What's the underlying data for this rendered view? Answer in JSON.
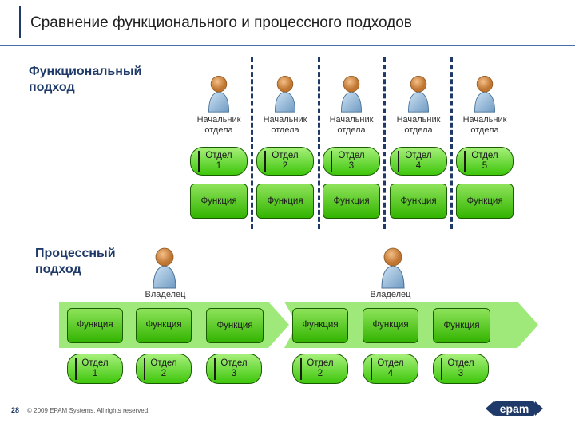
{
  "title": "Сравнение функционального и процессного подходов",
  "functional": {
    "label_line1": "Функциональный",
    "label_line2": "подход",
    "head_line1": "Начальник",
    "head_line2": "отдела",
    "departments": [
      {
        "line1": "Отдел",
        "line2": "1"
      },
      {
        "line1": "Отдел",
        "line2": "2"
      },
      {
        "line1": "Отдел",
        "line2": "3"
      },
      {
        "line1": "Отдел",
        "line2": "4"
      },
      {
        "line1": "Отдел",
        "line2": "5"
      }
    ],
    "function_label": "Функция"
  },
  "process": {
    "label_line1": "Процессный",
    "label_line2": "подход",
    "owner_label": "Владелец",
    "function_label": "Функция",
    "department_word": "Отдел",
    "left_departments": [
      "1",
      "2",
      "3"
    ],
    "right_departments": [
      "2",
      "4",
      "3"
    ]
  },
  "footer": {
    "page_number": "28",
    "copyright": "© 2009 EPAM Systems. All rights reserved.",
    "logo_text": "epam"
  },
  "colors": {
    "accent": "#1f3a68",
    "green_light": "#a6f07a",
    "green_dark": "#32b400",
    "band": "#9fe87a"
  }
}
